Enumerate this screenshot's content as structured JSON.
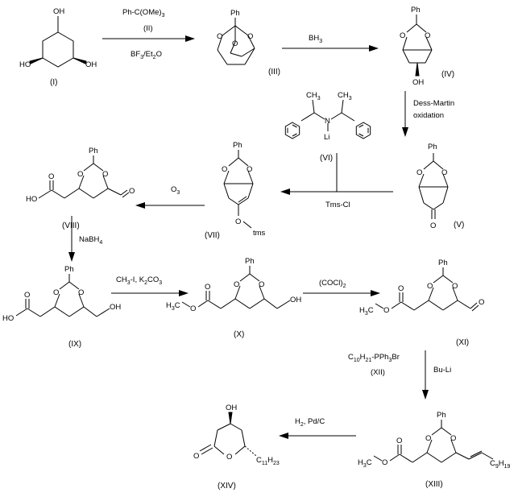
{
  "compounds": [
    {
      "id": "I",
      "label": "(I)"
    },
    {
      "id": "III",
      "label": "(III)"
    },
    {
      "id": "IV",
      "label": "(IV)"
    },
    {
      "id": "V",
      "label": "(V)"
    },
    {
      "id": "VI",
      "label": "(VI)"
    },
    {
      "id": "VII",
      "label": "(VII)"
    },
    {
      "id": "VIII",
      "label": "(VIII)"
    },
    {
      "id": "IX",
      "label": "(IX)"
    },
    {
      "id": "X",
      "label": "(X)"
    },
    {
      "id": "XI",
      "label": "(XI)"
    },
    {
      "id": "XII",
      "label": "(XII)"
    },
    {
      "id": "XIII",
      "label": "(XIII)"
    },
    {
      "id": "XIV",
      "label": "(XIV)"
    }
  ],
  "atoms": {
    "oh": "OH",
    "ho": "HO",
    "ph": "Ph",
    "o": "O",
    "n": "N",
    "li": "Li",
    "ch3": "CH",
    "h3c": "H",
    "c": "C",
    "tms": "tms",
    "c9h19": "C",
    "c11h23": "C"
  },
  "reagents": {
    "step1_top": "Ph-C(OMe)",
    "step1_mid": "(II)",
    "step1_bot": "BF",
    "step1_bot2": "/Et",
    "step1_bot3": "O",
    "step2": "BH",
    "step3_a": "Dess-Martin",
    "step3_b": "oxidation",
    "step4": "Tms-Cl",
    "step5": "O",
    "step6": "NaBH",
    "step7_a": "CH",
    "step7_b": "-I,  K",
    "step7_c": "CO",
    "step8": "(COCl)",
    "step9_a": "C",
    "step9_b": "H",
    "step9_c": "-PPh",
    "step9_d": "Br",
    "step9_ref": "(XII)",
    "step9_base": "Bu-Li",
    "step10": "H",
    "step10_b": ", Pd/C"
  },
  "subscripts": {
    "three": "3",
    "two": "2",
    "four": "4",
    "ten": "10",
    "twentyone": "21",
    "nine": "9",
    "nineteen": "19",
    "eleven": "11",
    "twentythree": "23"
  }
}
